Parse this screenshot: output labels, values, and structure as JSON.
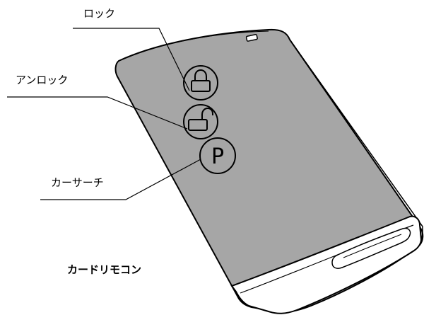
{
  "labels": {
    "lock": "ロック",
    "unlock": "アンロック",
    "car_search": "カーサーチ"
  },
  "caption": "カードリモコン",
  "buttons": {
    "lock_icon": "padlock-closed-icon",
    "unlock_icon": "padlock-open-icon",
    "car_search_icon": "P"
  },
  "colors": {
    "card_body": "#a6a6a6",
    "outline": "#000000",
    "background": "#ffffff"
  }
}
